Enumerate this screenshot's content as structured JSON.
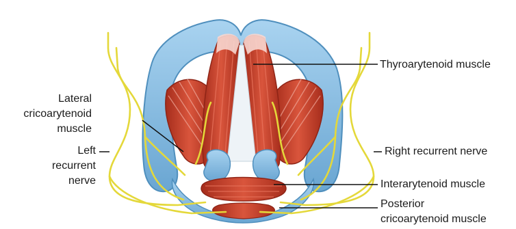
{
  "labels": {
    "thyroarytenoid": "Thyroarytenoid muscle",
    "lateral_cricoarytenoid": [
      "Lateral",
      "cricoarytenoid",
      "muscle"
    ],
    "left_recurrent_nerve": [
      "Left",
      "recurrent",
      "nerve"
    ],
    "right_recurrent_nerve": "Right recurrent nerve",
    "interarytenoid": "Interarytenoid muscle",
    "posterior_cricoarytenoid": [
      "Posterior",
      "cricoarytenoid muscle"
    ]
  },
  "colors": {
    "cartilage": "#8fc2e6",
    "cartilage_dark": "#5d9cc9",
    "muscle": "#c8432e",
    "muscle_dark": "#8e2416",
    "nerve": "#e9e04a",
    "leader_line": "#111111"
  }
}
